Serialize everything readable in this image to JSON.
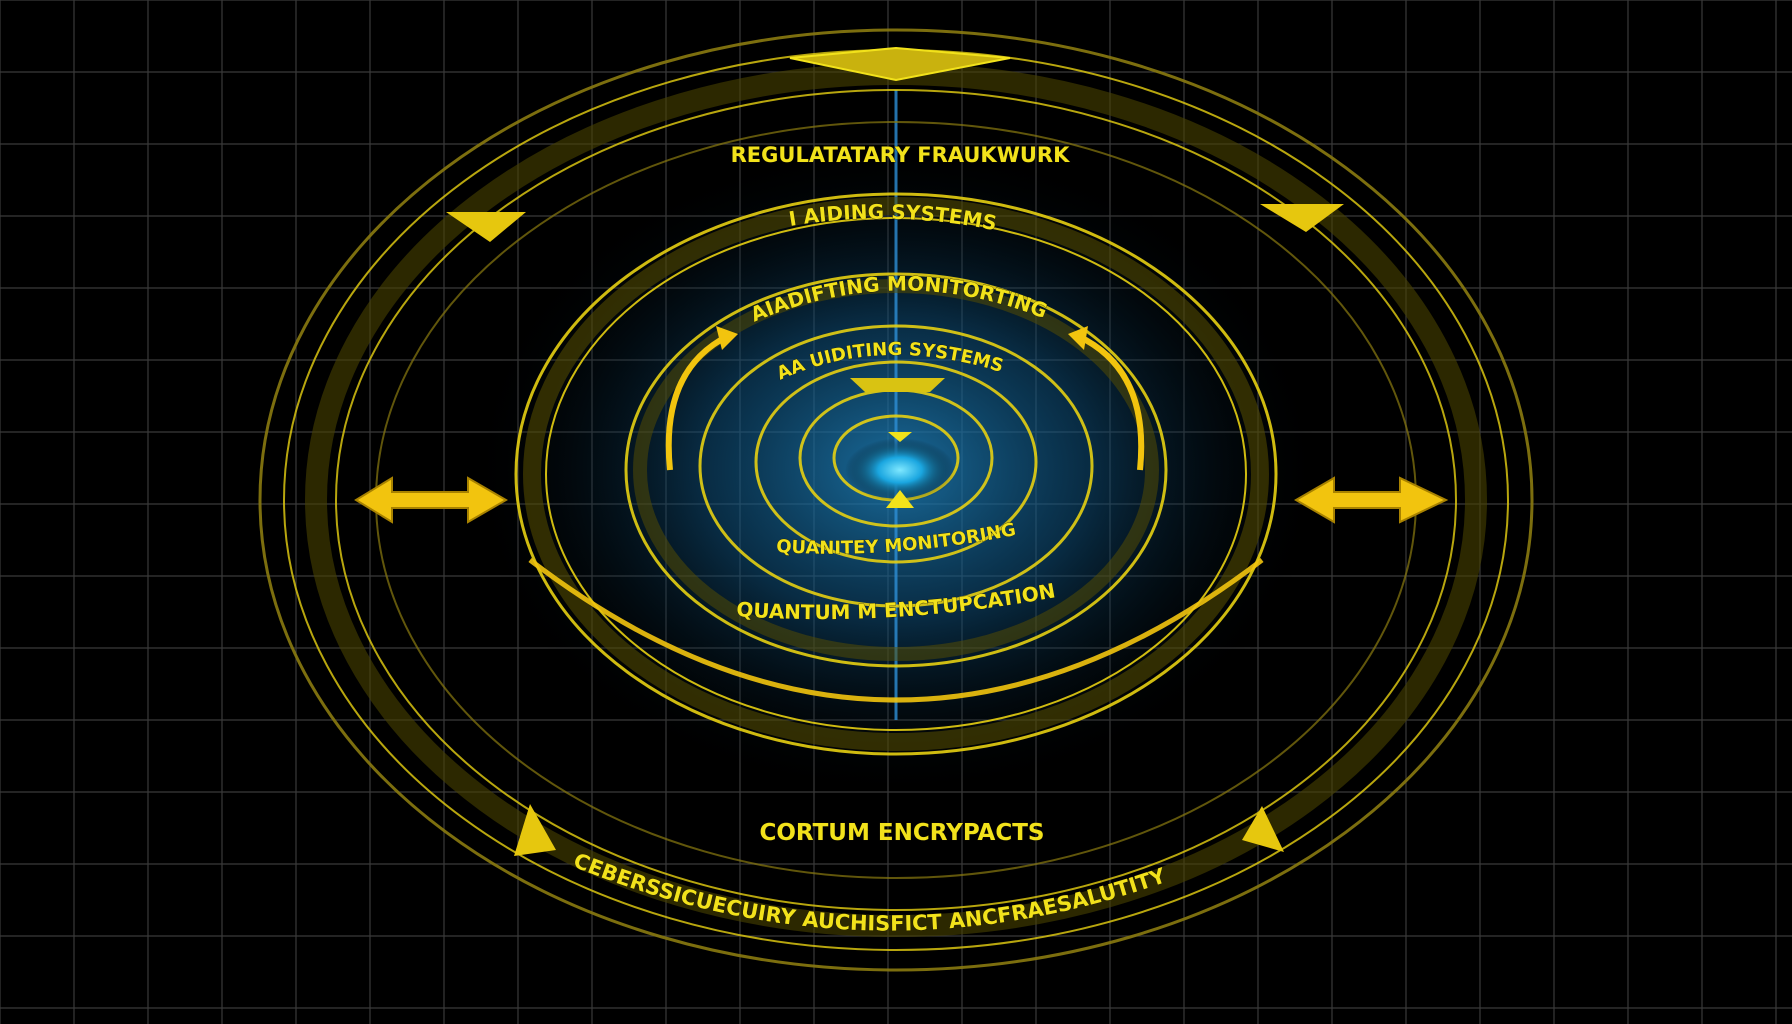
{
  "labels": {
    "regulatory": "REGULATATARY FRAUKWURK",
    "aiding": "I AIDING SYSTEMS",
    "auditing_monitoring": "AIADIFTING MONITORTING",
    "auditing_systems": "AA UIDITING SYSTEMS",
    "quantity_monitoring": "QUANITEY MONITORING",
    "quantum_encryption": "QUANTUM M ENCTUPCATION",
    "cortum": "CORTUM ENCRYPACTS",
    "cybersecurity": "CEBERSSICUECUIRY AUCHISFICT ANCFRAESALUTITY"
  },
  "colors": {
    "background": "#000000",
    "grid": "#3a3a3a",
    "ring": "#e6cf12",
    "ring_dim": "#8a7a10",
    "glow": "#1e7fb8",
    "text": "#f2e21b",
    "axis": "#2e8fd6"
  },
  "icons": {
    "top_marker": "diamond-marker-icon",
    "arrow_left_right": "double-arrow-icon",
    "triangle": "triangle-arrow-icon",
    "curved_arrow": "curved-arrow-icon",
    "center": "core-node-icon"
  }
}
